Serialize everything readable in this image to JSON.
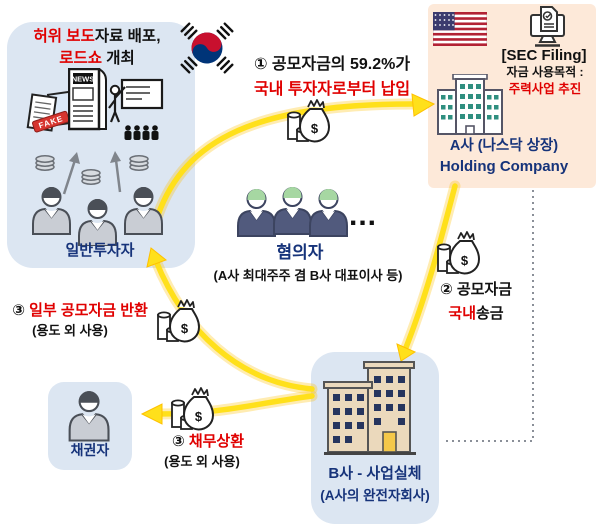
{
  "colors": {
    "arrow_yellow": "#FFE01B",
    "box_blue": "#DCE6F2",
    "box_peach": "#FDE9D9",
    "text_blue": "#16337A",
    "text_red": "#E00000"
  },
  "investors": {
    "headline": {
      "red1": "허위 보도",
      "black1": "자료 배포,",
      "red2": "로드쇼",
      "black2": " 개최"
    },
    "news_label": "NEWS",
    "fake_label": "FAKE",
    "label": "일반투자자"
  },
  "flow_ipo": {
    "line1": "① 공모자금의 59.2%가",
    "line2": "국내 투자자로부터 납입"
  },
  "suspects": {
    "ellipsis": "...",
    "label": "혐의자",
    "desc": "(A사 최대주주 겸 B사 대표이사 등)"
  },
  "company_a": {
    "sec_filing": "[SEC Filing]",
    "purpose_label": "자금 사용목적 :",
    "purpose_value": "주력사업 추진",
    "name": "A사 (나스닥 상장)",
    "subtitle": "Holding Company"
  },
  "flow_remit": {
    "line1": "② 공모자금",
    "line2_red": "국내",
    "line2_black": "송금"
  },
  "flow_return": {
    "num": "③ ",
    "text": "일부 공모자금 반환",
    "sub": "(용도 외 사용)"
  },
  "flow_debt": {
    "num": "③ ",
    "text": "채무상환",
    "sub": "(용도 외 사용)"
  },
  "creditor": {
    "label": "채권자"
  },
  "company_b": {
    "name": "B사 - 사업실체",
    "subtitle": "(A사의 완전자회사)"
  },
  "money_bag": {
    "symbol": "$"
  }
}
